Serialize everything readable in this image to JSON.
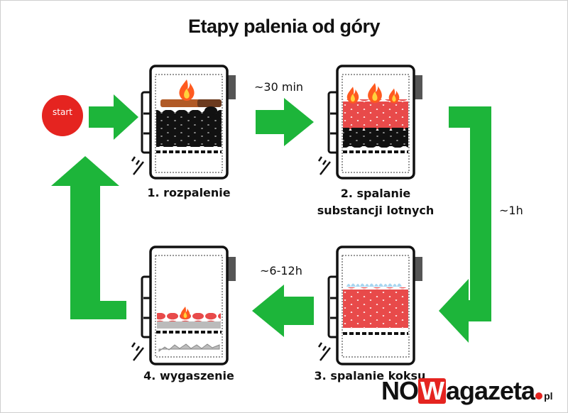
{
  "title": "Etapy palenia od góry",
  "start_label": "start",
  "stages": [
    {
      "label_line1": "1. rozpalenie",
      "label_line2": ""
    },
    {
      "label_line1": "2. spalanie",
      "label_line2": "substancji lotnych"
    },
    {
      "label_line1": "3. spalanie koksu",
      "label_line2": ""
    },
    {
      "label_line1": "4. wygaszenie",
      "label_line2": ""
    }
  ],
  "durations": {
    "d1": "~30 min",
    "d2": "~1h",
    "d3": "~6-12h"
  },
  "logo": {
    "part1": "NO",
    "part2": "W",
    "part3": "agazeta",
    "suffix": "pl"
  },
  "colors": {
    "arrow": "#1db53a",
    "ember": "#e84a4a",
    "coal": "#111111",
    "flame": "#ff5a1f",
    "start": "#e52420"
  }
}
